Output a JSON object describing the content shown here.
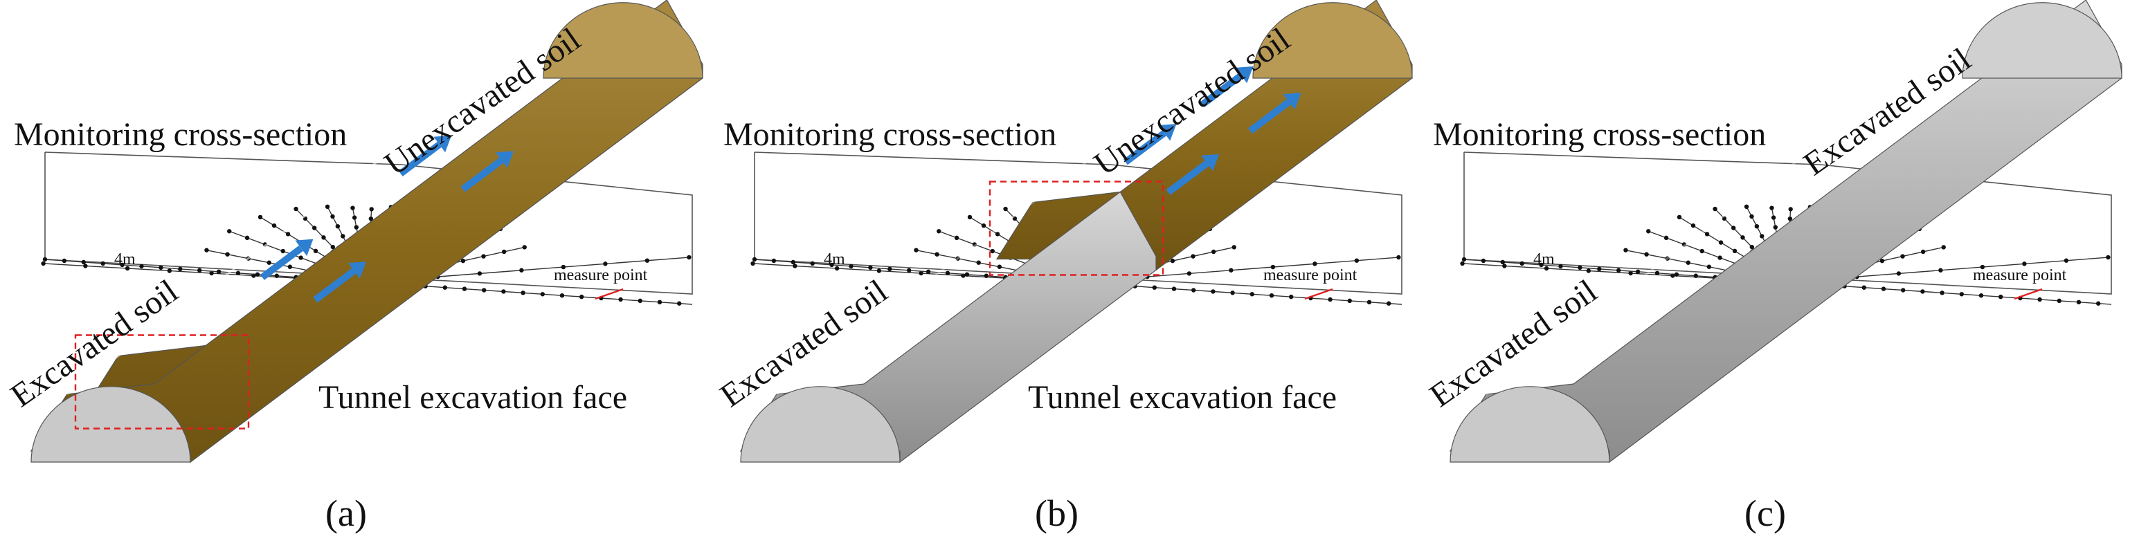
{
  "panels": [
    {
      "id": "a",
      "caption": "(a)",
      "monitoring_label": "Monitoring cross-section",
      "upper_label": "Unexcavated soil",
      "lower_label": "Excavated soil",
      "face_label": "Tunnel excavation face",
      "dimension_label": "4m",
      "measure_label": "measure point",
      "excavation_progress": 0.1
    },
    {
      "id": "b",
      "caption": "(b)",
      "monitoring_label": "Monitoring cross-section",
      "upper_label": "Unexcavated soil",
      "lower_label": "Excavated soil",
      "face_label": "Tunnel excavation face",
      "dimension_label": "4m",
      "measure_label": "measure point",
      "excavation_progress": 0.5
    },
    {
      "id": "c",
      "caption": "(c)",
      "monitoring_label": "Monitoring cross-section",
      "upper_label": "Excavated soil",
      "lower_label": "Excavated soil",
      "face_label": "",
      "dimension_label": "4m",
      "measure_label": "measure point",
      "excavation_progress": 1.0
    }
  ],
  "colors": {
    "unexcavated": "#8a6a1c",
    "excavated": "#b4b4b4",
    "arrow": "#2f7fd1",
    "face_box": "#e02020",
    "measure_line": "#333333"
  }
}
